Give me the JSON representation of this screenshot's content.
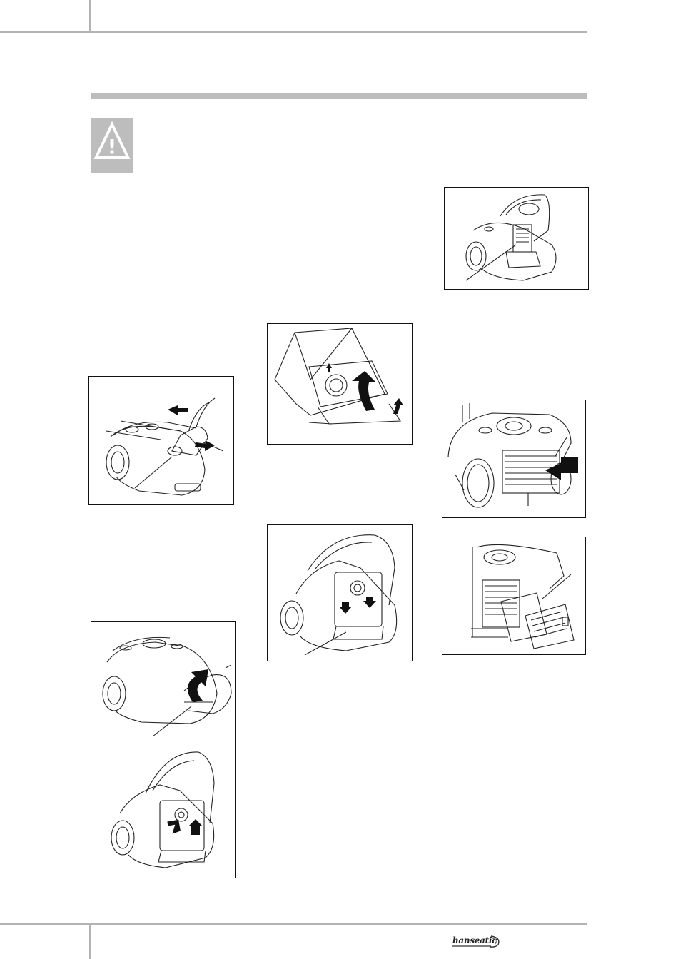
{
  "page": {
    "warning_icon": "warning-triangle-icon",
    "warning_glyph": "!"
  },
  "figures": [
    {
      "id": "fig-filter-insert",
      "icon": "vacuum-bag-compartment-filter"
    },
    {
      "id": "fig-dust-bag",
      "icon": "dust-bag-with-seal-tab"
    },
    {
      "id": "fig-hose-detach",
      "icon": "vacuum-hose-release"
    },
    {
      "id": "fig-exhaust-filter-release",
      "icon": "exhaust-filter-grille-release"
    },
    {
      "id": "fig-bag-install",
      "icon": "vacuum-bag-holder-install"
    },
    {
      "id": "fig-exhaust-filter-replace",
      "icon": "exhaust-filter-replace"
    },
    {
      "id": "fig-lid-open-bag-remove",
      "icon": "vacuum-lid-open-bag-remove"
    }
  ],
  "footer": {
    "logo_text": "hanseatic"
  }
}
